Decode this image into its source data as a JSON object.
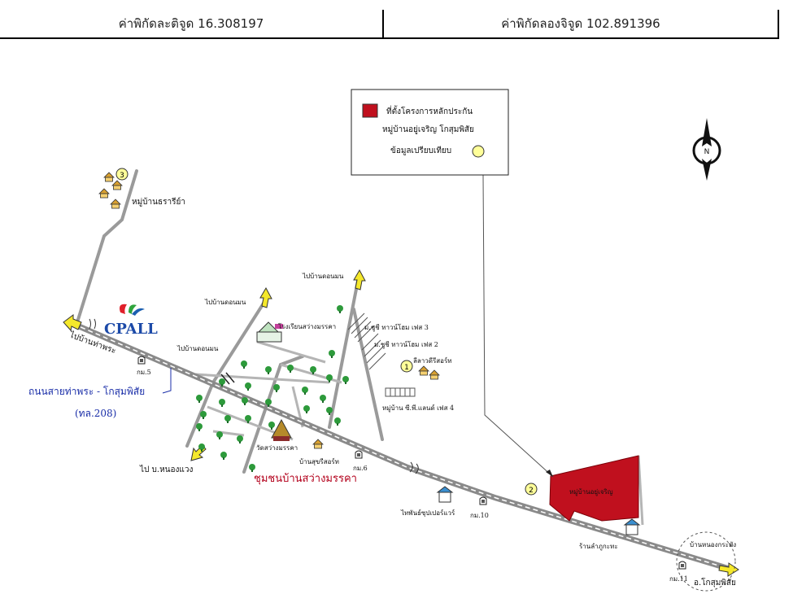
{
  "header": {
    "latitude": "ค่าพิกัดละติจูด 16.308197",
    "longitude": "ค่าพิกัดลองจิจูด 102.891396"
  },
  "legend": {
    "project_line1": "ที่ตั้งโครงการหลักประกัน",
    "project_line2": "หมู่บ้านอยู่เจริญ โกสุมพิสัย",
    "compare": "ข้อมูลเปรียบเทียบ",
    "project_color": "#c0101e",
    "compare_color": "#ffff99"
  },
  "compass": {
    "north": "N"
  },
  "logo": {
    "text": "CPALL"
  },
  "markers": {
    "m1": "1",
    "m2": "2",
    "m3": "3"
  },
  "labels": {
    "dhararia": "หมู่บ้านธรารีย์า",
    "to_thaphra": "ไปบ้านท่าพระ",
    "km5": "กม.5",
    "km6": "กม.6",
    "km10": "กม.10",
    "km11": "กม.11",
    "road_name": "ถนนสายท่าพระ - โกสุมพิสัย",
    "road_code": "(ทล.208)",
    "to_nongwaeng": "ไป บ.หนองแวง",
    "to_donmon": "ไปบ้านดอนมน",
    "to_donmon2": "ไปบ้านดอนมน",
    "to_donmon_road": "ไปบ้านดอนมน",
    "school": "โรงเรียนสว่างมรรคา",
    "chuchi3": "ม.ชูชี ทาวน์โฮม เฟส 3",
    "chuchi2": "ม.ชูชี ทาวน์โฮม เฟส 2",
    "resort": "ลีลาวดีรีสอร์ท",
    "ppland": "หมู่บ้าน ซี.พี.แลนด์ เฟส 4",
    "temple": "วัดสว่างมรรคา",
    "bansuk": "บ้านสุขรีสอร์ท",
    "community": "ชุมชนบ้านสว่างมรรคา",
    "thaipun": "ไทพันธ์ซุปเปอร์แวร์",
    "yucharoen": "หมู่บ้านอยู่เจริญ",
    "lamphu": "ร้านลำภูกะทะ",
    "nongkhraphang": "บ้านหนองกระพัง",
    "kosum": "อ.โกสุมพิสัย"
  }
}
